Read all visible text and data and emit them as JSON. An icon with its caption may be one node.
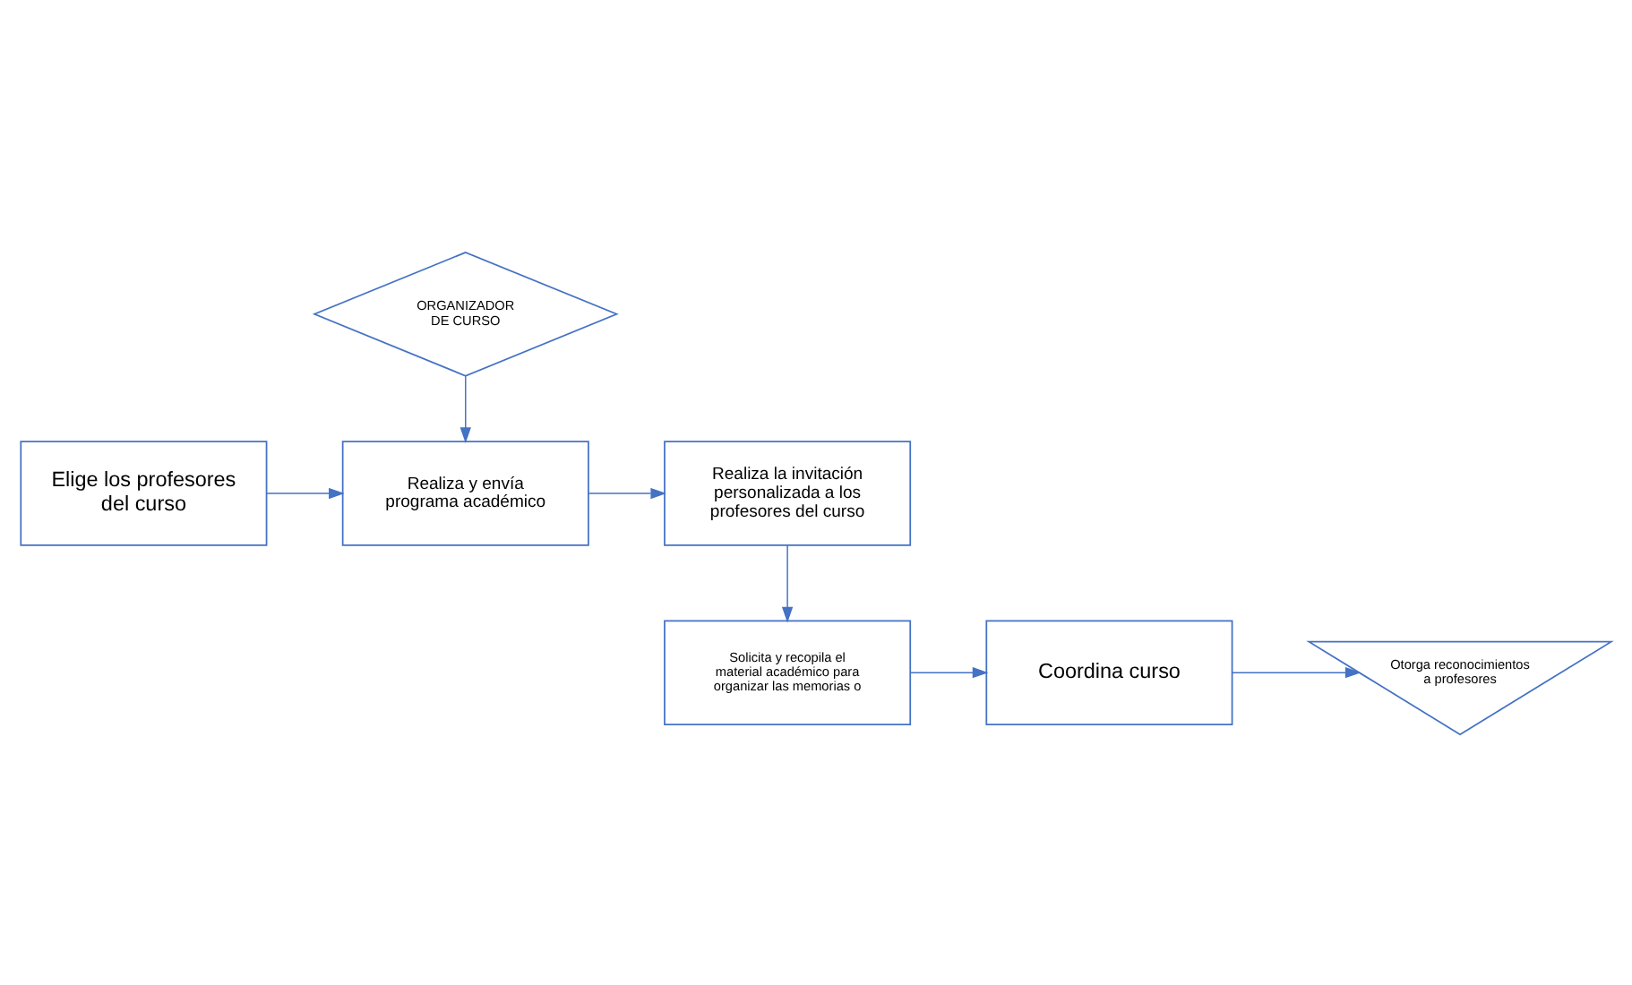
{
  "diagram": {
    "nodes": [
      {
        "text": [
          "ORGANIZADOR DE CURSO"
        ]
      },
      {
        "text": [
          "Elige los profesores del curso"
        ]
      },
      {
        "text": [
          "Realiza y envía programa académico"
        ]
      },
      {
        "text": [
          "Realiza la invitación personalizada a los profesores del curso"
        ]
      },
      {
        "text": [
          "Solicita y recopila el material académico para organizar las memorias o"
        ]
      },
      {
        "text": [
          "Coordina curso"
        ]
      },
      {
        "text": [
          "Otorga reconocimientos a profesores"
        ]
      }
    ],
    "edges": [
      {
        "from": 0,
        "to": 2,
        "arrow": "to"
      },
      {
        "from": 1,
        "to": 2,
        "arrow": "to"
      },
      {
        "from": 2,
        "to": 3,
        "arrow": "to"
      },
      {
        "from": 3,
        "to": 4,
        "arrow": "to"
      },
      {
        "from": 4,
        "to": 5,
        "arrow": "to"
      },
      {
        "from": 5,
        "to": 6,
        "arrow": "to"
      }
    ]
  }
}
